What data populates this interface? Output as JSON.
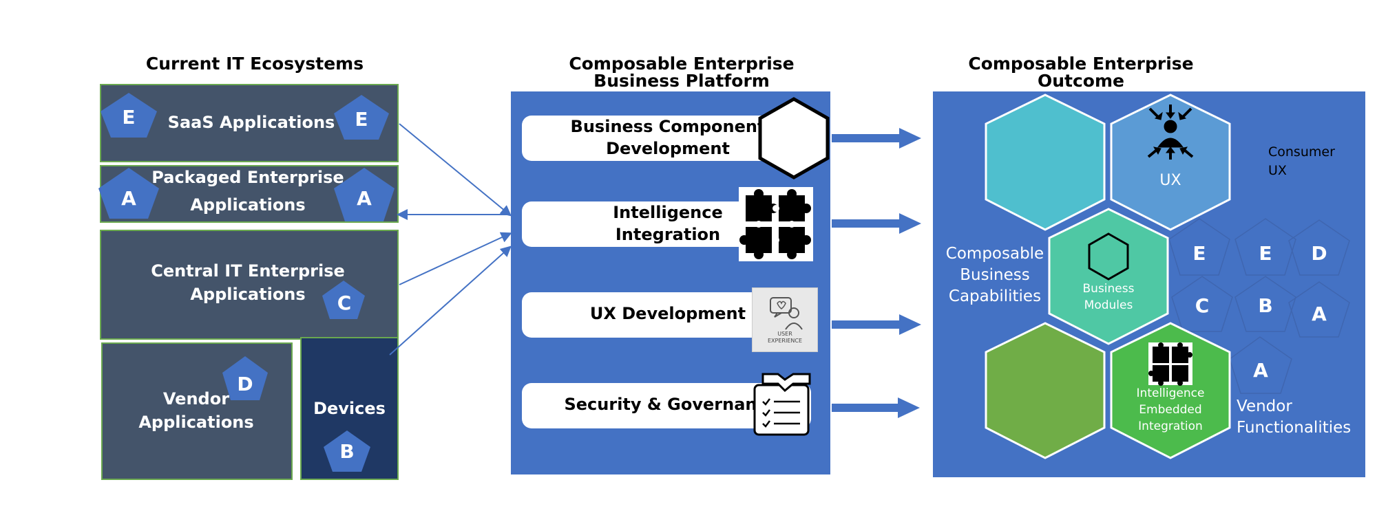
{
  "colors": {
    "dark_box": "#44546a",
    "devices_box": "#1f3864",
    "platform_blue": "#4472c4",
    "pentagon": "#4472c4",
    "hex_teal": "#4fbfce",
    "hex_lightblue": "#5b9bd5",
    "hex_green_teal": "#4fc8a4",
    "hex_olive": "#70ad47",
    "hex_green": "#4cbb4c",
    "box_border": "#6aa84f"
  },
  "left": {
    "title": "Current IT Ecosystems",
    "saas": {
      "label": "SaaS Applications",
      "badge_left": "E",
      "badge_right": "E"
    },
    "packaged": {
      "line1": "Packaged Enterprise",
      "line2": "Applications",
      "badge_left": "A",
      "badge_right": "A"
    },
    "central": {
      "line1": "Central IT Enterprise",
      "line2": "Applications",
      "badge": "C"
    },
    "vendor": {
      "line1": "Vendor",
      "line2": "Applications",
      "badge": "D"
    },
    "devices": {
      "label": "Devices",
      "badge": "B"
    }
  },
  "middle": {
    "title_line1": "Composable Enterprise",
    "title_line2": "Business Platform",
    "items": [
      {
        "line1": "Business Component",
        "line2": "Development",
        "icon": "hexagon-outline-icon"
      },
      {
        "line1": "Intelligence",
        "line2": "Integration",
        "icon": "puzzle-icon"
      },
      {
        "line1": "UX Development",
        "line2": "",
        "icon": "user-experience-icon"
      },
      {
        "line1": "Security & Governance",
        "line2": "",
        "icon": "handshake-checklist-icon"
      }
    ],
    "ux_icon_caption_1": "USER",
    "ux_icon_caption_2": "EXPERIENCE"
  },
  "right": {
    "title_line1": "Composable Enterprise",
    "title_line2": "Outcome",
    "ux_hex_label": "UX",
    "consumer_ux_line1": "Consumer",
    "consumer_ux_line2": "UX",
    "capabilities_line1": "Composable",
    "capabilities_line2": "Business",
    "capabilities_line3": "Capabilities",
    "business_modules_line1": "Business",
    "business_modules_line2": "Modules",
    "intelligence_line1": "Intelligence",
    "intelligence_line2": "Embedded",
    "intelligence_line3": "Integration",
    "vendor_line1": "Vendor",
    "vendor_line2": "Functionalities",
    "pentagons": [
      "E",
      "E",
      "D",
      "C",
      "B",
      "A",
      "A"
    ]
  }
}
